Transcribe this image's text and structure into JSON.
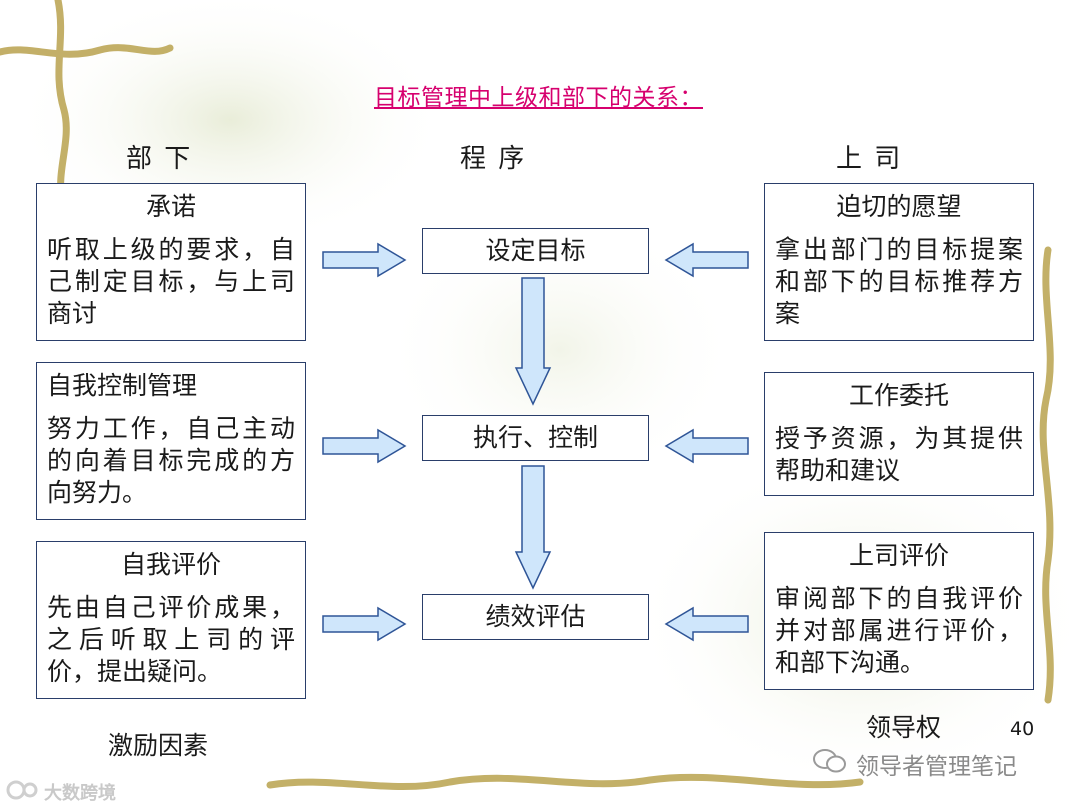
{
  "title": "目标管理中上级和部下的关系：",
  "headers": {
    "left": "部 下",
    "center": "程 序",
    "right": "上 司"
  },
  "left_boxes": [
    {
      "title": "承诺",
      "body": "听取上级的要求，自己制定目标，与上司商讨"
    },
    {
      "title": "自我控制管理",
      "body": "努力工作，自己主动的向着目标完成的方向努力。"
    },
    {
      "title": "自我评价",
      "body": "先由自己评价成果，之后听取上司的评价，提出疑问。"
    }
  ],
  "process_boxes": [
    "设定目标",
    "执行、控制",
    "绩效评估"
  ],
  "right_boxes": [
    {
      "title": "迫切的愿望",
      "body": "拿出部门的目标提案和部下的目标推荐方案"
    },
    {
      "title": "工作委托",
      "body": "授予资源，为其提供帮助和建议"
    },
    {
      "title": "上司评价",
      "body": "审阅部下的自我评价并对部属进行评价，和部下沟通。"
    }
  ],
  "footer": {
    "left": "激励因素",
    "right": "领导权",
    "page_number": "40"
  },
  "watermarks": {
    "wechat": "领导者管理笔记",
    "corner": "大数跨境"
  },
  "colors": {
    "title": "#d6006e",
    "arrow_fill": "#cfe6fb",
    "arrow_stroke": "#2f5597",
    "box_border": "#2a3e6a",
    "vine": "#b9a24e"
  }
}
